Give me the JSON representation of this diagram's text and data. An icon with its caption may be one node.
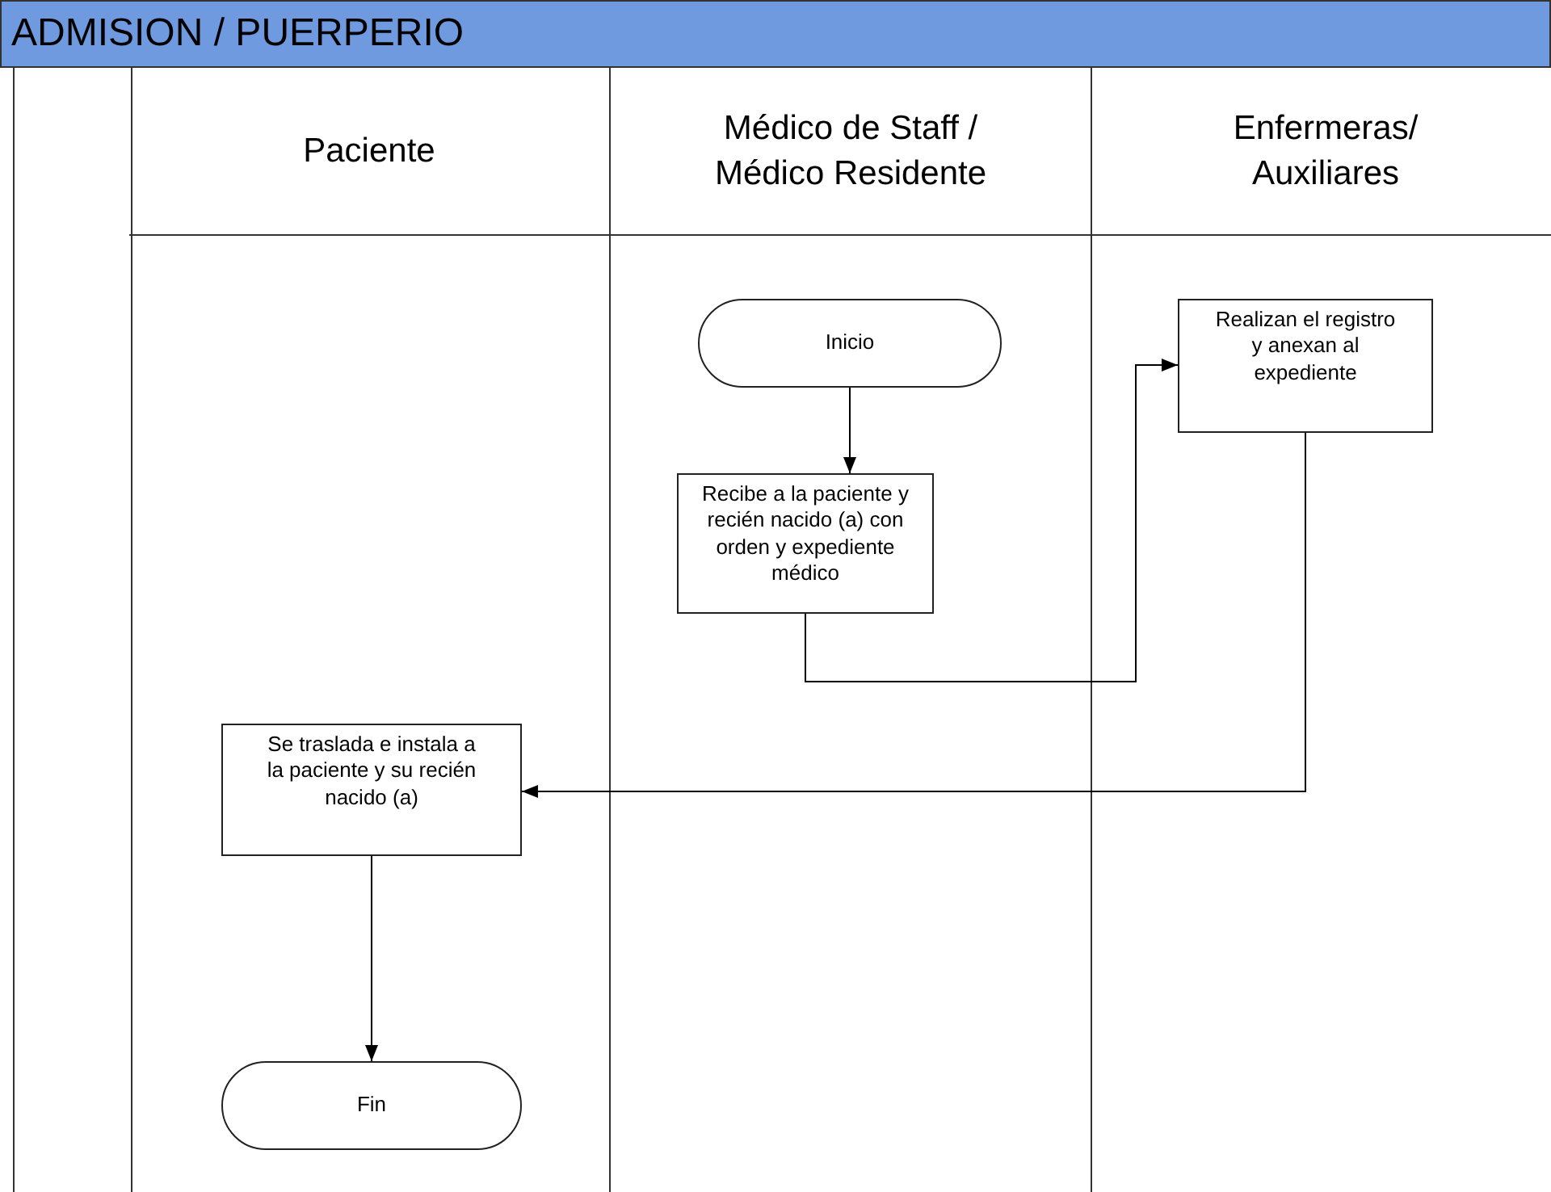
{
  "diagram": {
    "title": "ADMISION / PUERPERIO",
    "nodes": [
      {
        "text": [
          "Paciente"
        ]
      },
      {
        "text": [
          "Médico de Staff / Médico Residente"
        ]
      },
      {
        "text": [
          "Enfermeras/ Auxiliares"
        ]
      },
      {
        "text": [
          "Inicio"
        ],
        "in": 1
      },
      {
        "text": [
          "Recibe a la paciente y recién nacido (a) con orden y expediente médico"
        ],
        "in": 1
      },
      {
        "text": [
          "Realizan el registro y anexan al expediente"
        ],
        "in": 2
      },
      {
        "text": [
          "Se traslada e instala a la paciente y su recién nacido (a)"
        ],
        "in": 0
      },
      {
        "text": [
          "Fin"
        ],
        "in": 0
      }
    ],
    "edges": [
      {
        "from": 3,
        "to": 4,
        "arrow": "to"
      },
      {
        "from": 4,
        "to": 5,
        "arrow": "to"
      },
      {
        "from": 5,
        "to": 6,
        "arrow": "to"
      },
      {
        "from": 6,
        "to": 7,
        "arrow": "to"
      }
    ]
  }
}
